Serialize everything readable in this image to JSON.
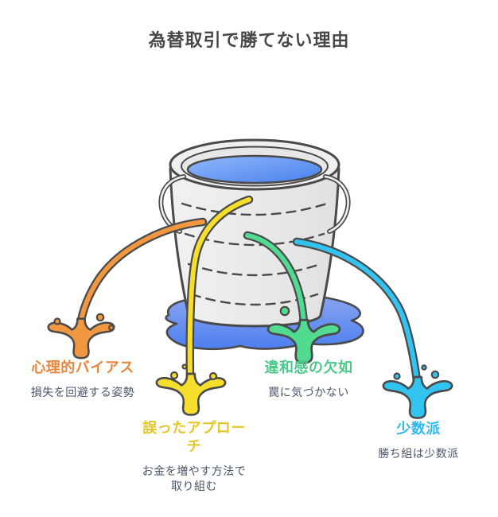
{
  "title": "為替取引で勝てない理由",
  "title_color": "#474747",
  "illustration": {
    "name": "leaky-bucket-of-water",
    "outline_color": "#4a4a4a",
    "bucket_color": "#EAEAEA",
    "water_color": "#5D93F2",
    "puddle_color": "#5B8DF2"
  },
  "leaks": [
    {
      "icon": "orange-splash",
      "label": "心理的バイアス",
      "description": "損失を回避する姿勢",
      "label_color": "#E8863C",
      "splash_color": "#F0973F"
    },
    {
      "icon": "yellow-splash",
      "label": "誤ったアプローチ",
      "description": "お金を増やす方法で取り組む",
      "label_color": "#E3C627",
      "splash_color": "#F6DE2D"
    },
    {
      "icon": "green-splash",
      "label": "違和感の欠如",
      "description": "罠に気づかない",
      "label_color": "#4CC88A",
      "splash_color": "#50DB90"
    },
    {
      "icon": "blue-splash",
      "label": "少数派",
      "description": "勝ち組は少数派",
      "label_color": "#2EB8EE",
      "splash_color": "#33C3F0"
    }
  ]
}
